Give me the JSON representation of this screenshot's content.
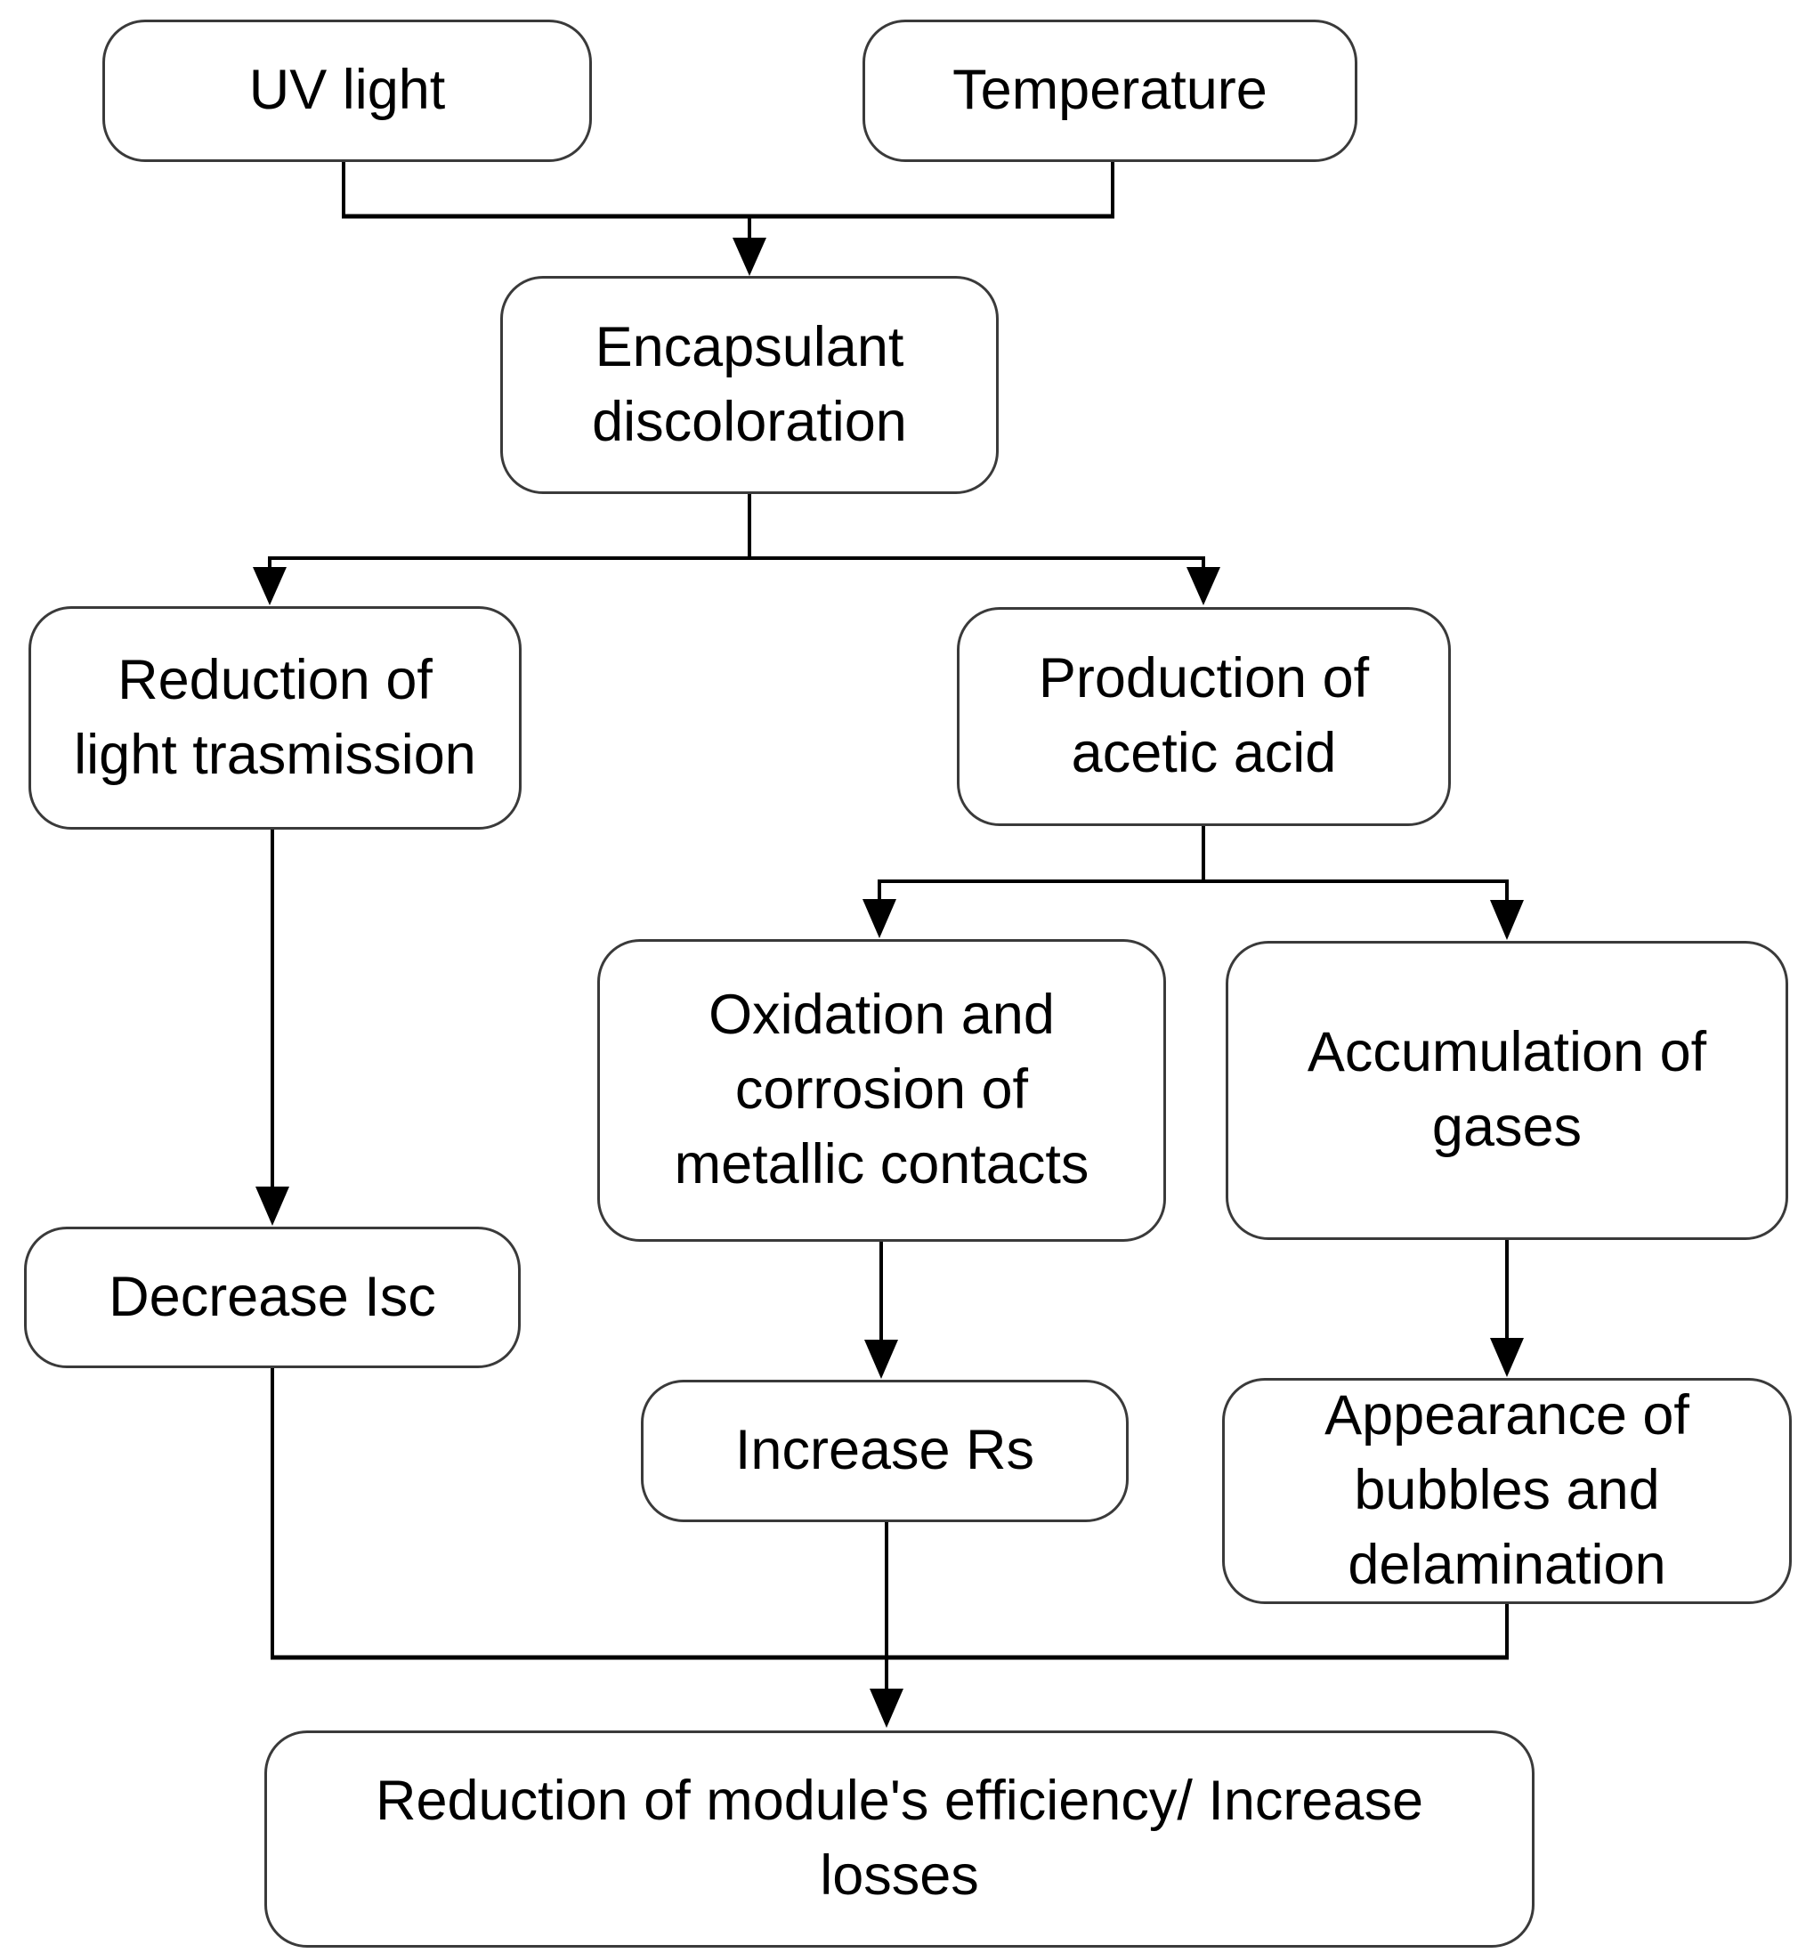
{
  "diagram": {
    "title": "Encapsulant discoloration degradation flowchart",
    "nodes": {
      "uv_light": {
        "label": "UV light"
      },
      "temperature": {
        "label": "Temperature"
      },
      "encapsulant_discoloration": {
        "label": "Encapsulant\ndiscoloration"
      },
      "reduction_light_transmission": {
        "label": "Reduction of\nlight trasmission"
      },
      "production_acetic_acid": {
        "label": "Production of\nacetic acid"
      },
      "oxidation_corrosion": {
        "label": "Oxidation and\ncorrosion of\nmetallic contacts"
      },
      "accumulation_gases": {
        "label": "Accumulation of\ngases"
      },
      "decrease_isc": {
        "label": "Decrease Isc"
      },
      "increase_rs": {
        "label": "Increase Rs"
      },
      "appearance_bubbles": {
        "label": "Appearance of\nbubbles and\ndelamination"
      },
      "module_efficiency": {
        "label": "Reduction of module's efficiency/ Increase\nlosses"
      }
    },
    "edges": [
      {
        "from": "uv_light",
        "to": "encapsulant_discoloration"
      },
      {
        "from": "temperature",
        "to": "encapsulant_discoloration"
      },
      {
        "from": "encapsulant_discoloration",
        "to": "reduction_light_transmission"
      },
      {
        "from": "encapsulant_discoloration",
        "to": "production_acetic_acid"
      },
      {
        "from": "reduction_light_transmission",
        "to": "decrease_isc"
      },
      {
        "from": "production_acetic_acid",
        "to": "oxidation_corrosion"
      },
      {
        "from": "production_acetic_acid",
        "to": "accumulation_gases"
      },
      {
        "from": "oxidation_corrosion",
        "to": "increase_rs"
      },
      {
        "from": "accumulation_gases",
        "to": "appearance_bubbles"
      },
      {
        "from": "decrease_isc",
        "to": "module_efficiency"
      },
      {
        "from": "increase_rs",
        "to": "module_efficiency"
      },
      {
        "from": "appearance_bubbles",
        "to": "module_efficiency"
      }
    ],
    "colors": {
      "background": "#ffffff",
      "box_fill": "#ffffff",
      "box_border": "#3a3a3a",
      "text": "#000000",
      "connector": "#000000"
    }
  }
}
